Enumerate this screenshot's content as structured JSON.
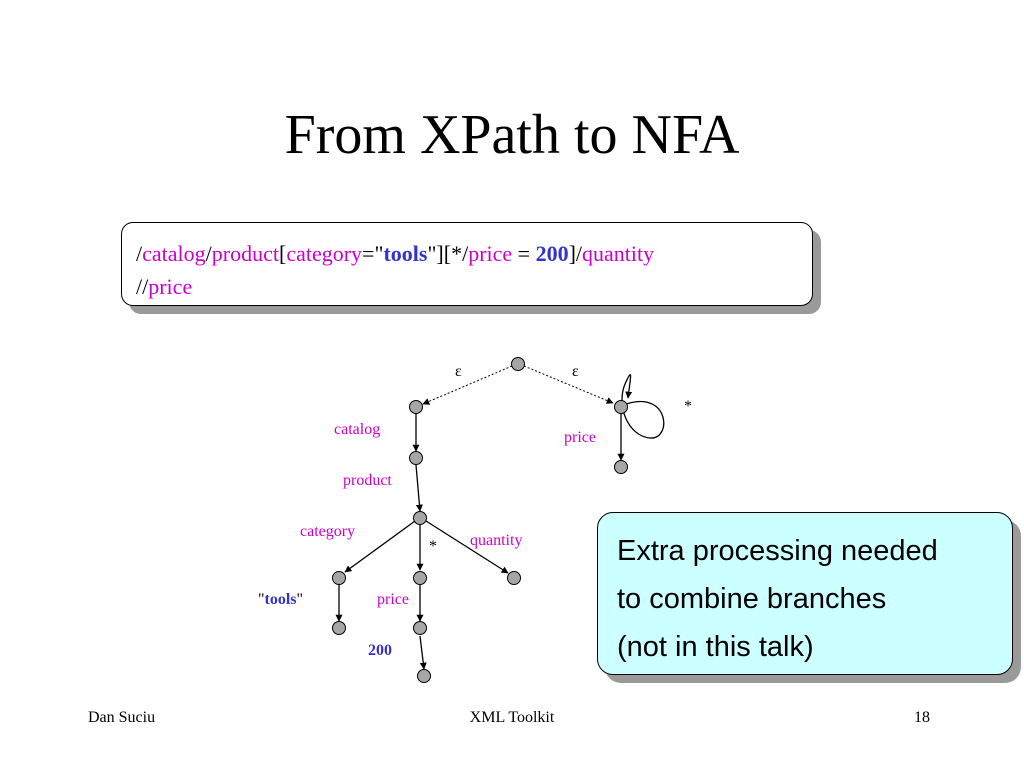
{
  "slide": {
    "title": "From XPath to NFA"
  },
  "xpath": {
    "line1": {
      "s1": "/",
      "catalog": "catalog",
      "s2": "/",
      "product": "product",
      "s3": "[",
      "category": "category",
      "s4": "=\"",
      "tools": "tools",
      "s5": "\"][*/",
      "price": "price",
      "s6": " = ",
      "value": "200",
      "s7": "]/",
      "quantity": "quantity"
    },
    "line2": {
      "s1": "//",
      "price": "price"
    }
  },
  "diagram": {
    "labels": {
      "eps_left": "ε",
      "eps_right": "ε",
      "loop_star": "*",
      "catalog": "catalog",
      "price_right": "price",
      "product": "product",
      "category": "category",
      "star": "*",
      "quantity": "quantity",
      "quote_open": "\"",
      "tools": "tools",
      "quote_close": "\"",
      "price": "price",
      "value": "200"
    }
  },
  "note": {
    "line1": "Extra processing needed",
    "line2": "to combine branches",
    "line3": "(not in this talk)"
  },
  "footer": {
    "author": "Dan Suciu",
    "center": "XML Toolkit",
    "page": "18"
  }
}
